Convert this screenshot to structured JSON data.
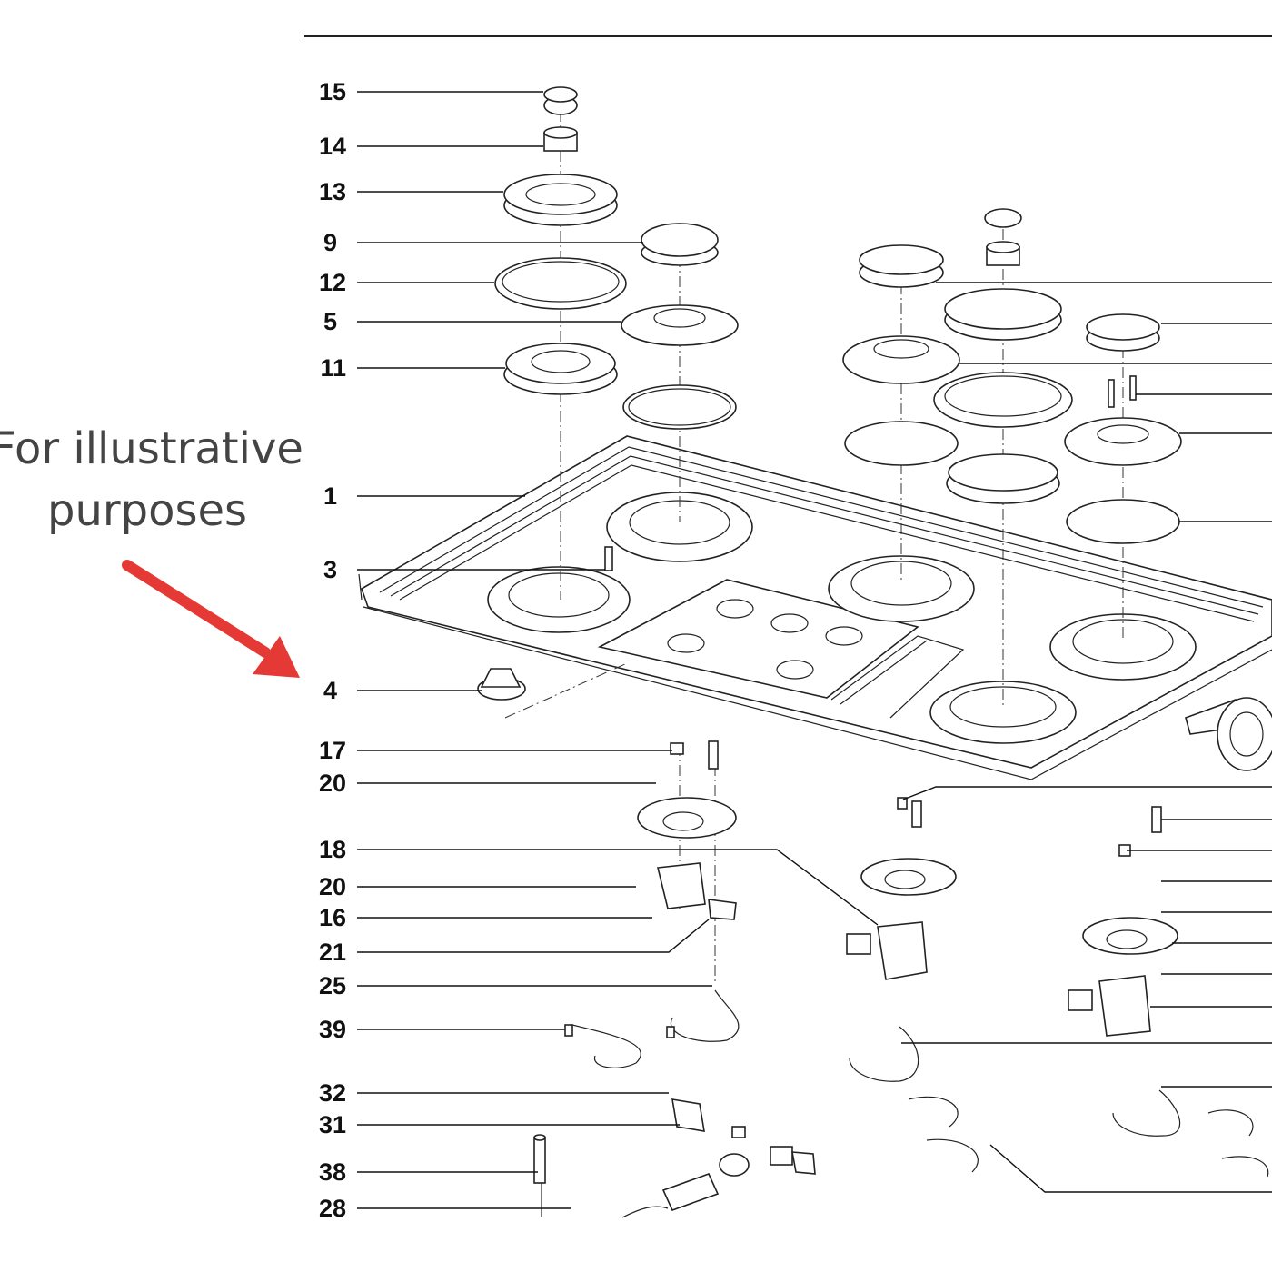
{
  "note": {
    "line1": "For illustrative",
    "line2": "purposes"
  },
  "colors": {
    "arrow": "#e53935",
    "line": "#222222",
    "text": "#111111",
    "note": "#444444"
  },
  "callouts": [
    "15",
    "14",
    "13",
    "9",
    "12",
    "5",
    "11",
    "1",
    "3",
    "4",
    "17",
    "20",
    "18",
    "20",
    "16",
    "21",
    "25",
    "39",
    "32",
    "31",
    "38",
    "28"
  ]
}
